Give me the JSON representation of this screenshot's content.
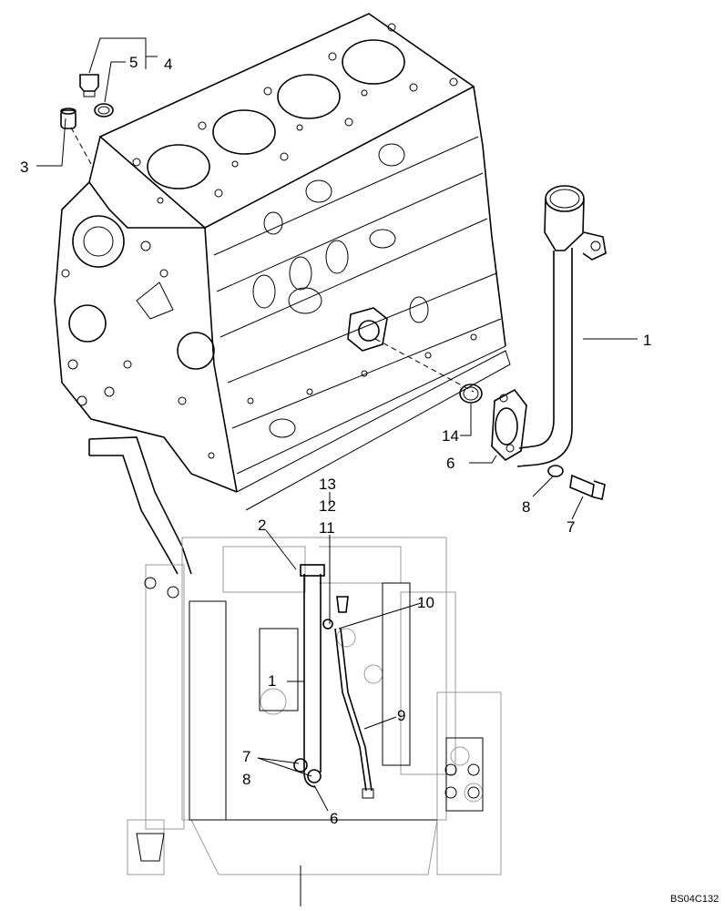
{
  "diagram": {
    "reference_code": "BS04C132",
    "callouts": {
      "c1_pipe_top": "1",
      "c3": "3",
      "c4": "4",
      "c5": "5",
      "c6_flange_top": "6",
      "c7_bolt_top": "7",
      "c8_washer_top": "8",
      "c14": "14",
      "c13": "13",
      "c12": "12",
      "c11": "11",
      "c2": "2",
      "c10": "10",
      "c1_tube_bottom": "1",
      "c9": "9",
      "c7_bottom": "7",
      "c8_bottom": "8",
      "c6_bottom": "6"
    }
  }
}
